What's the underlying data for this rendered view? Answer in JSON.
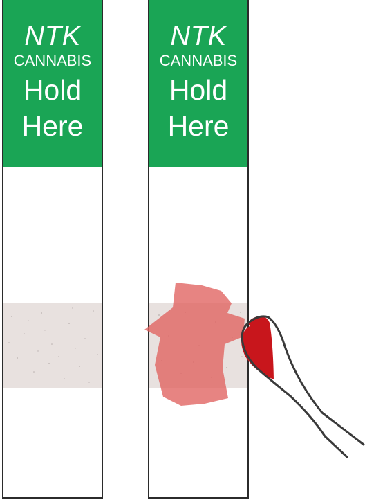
{
  "strips": [
    {
      "brand": "NTK",
      "product": "CANNABIS",
      "instruction_line1": "Hold",
      "instruction_line2": "Here"
    },
    {
      "brand": "NTK",
      "product": "CANNABIS",
      "instruction_line1": "Hold",
      "instruction_line2": "Here"
    }
  ],
  "colors": {
    "header_green": "#1aa555",
    "header_text": "#ffffff",
    "strip_border": "#2b2b2b",
    "sample_pad": "#e8e1df",
    "stain": "#e0615f",
    "swab_tip": "#c8161c"
  },
  "icons": [
    "sample-stain",
    "swab-icon"
  ]
}
